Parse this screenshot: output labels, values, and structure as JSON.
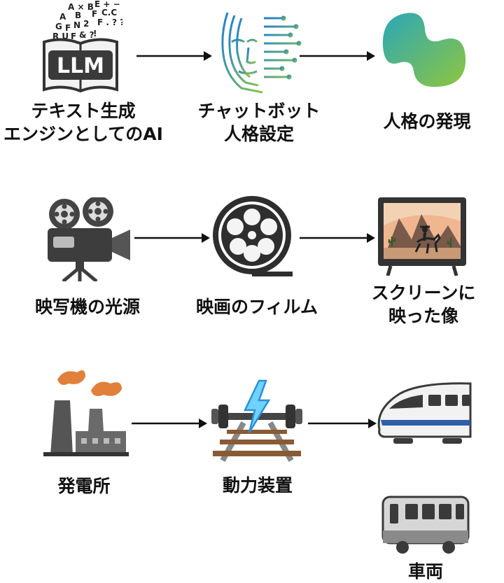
{
  "rows": [
    {
      "nodes": [
        {
          "id": "llm",
          "icon": "llm-book-icon",
          "icon_text": "LLM",
          "lines": [
            "テキスト生成",
            "エンジンとしてのAI"
          ]
        },
        {
          "id": "chatbot",
          "icon": "face-circuit-icon",
          "lines": [
            "チャットボット",
            "人格設定"
          ]
        },
        {
          "id": "persona",
          "icon": "blob-logo-icon",
          "lines": [
            "人格の発現"
          ]
        }
      ]
    },
    {
      "nodes": [
        {
          "id": "projector",
          "icon": "film-projector-icon",
          "lines": [
            "映写機の光源"
          ]
        },
        {
          "id": "film",
          "icon": "film-reel-icon",
          "lines": [
            "映画のフィルム"
          ]
        },
        {
          "id": "screen",
          "icon": "screen-cowboy-icon",
          "lines": [
            "スクリーンに",
            "映った像"
          ]
        }
      ]
    },
    {
      "nodes": [
        {
          "id": "plant",
          "icon": "power-plant-icon",
          "lines": [
            "発電所"
          ]
        },
        {
          "id": "drive",
          "icon": "wheel-axle-lightning-icon",
          "lines": [
            "動力装置"
          ]
        },
        {
          "id": "train",
          "icon": "bullet-train-icon",
          "lines": []
        },
        {
          "id": "vehicle",
          "icon": "train-car-icon",
          "lines": [
            "車両"
          ]
        }
      ]
    }
  ],
  "colors": {
    "arrow": "#111111",
    "accent_blue": "#2b8fd6",
    "accent_green": "#8bc34a",
    "smoke": "#e0803a",
    "dark": "#3a3a3a"
  }
}
